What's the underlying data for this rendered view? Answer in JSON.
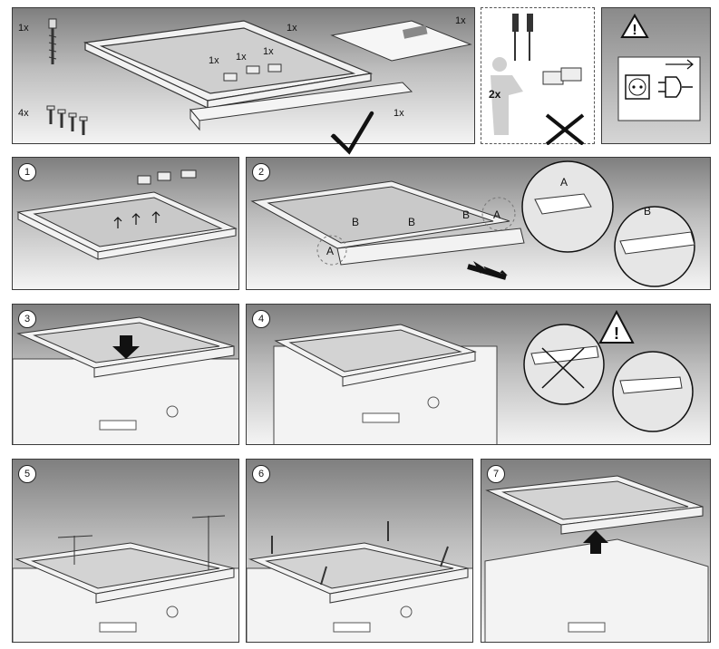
{
  "top": {
    "qty_screw": "1x",
    "qty_screws_small": "4x",
    "qty_frame": "1x",
    "qty_clip_a": "1x",
    "qty_clip_b": "1x",
    "qty_clip_c": "1x",
    "qty_manual": "1x",
    "qty_front_bar": "1x",
    "qty_persons": "2x"
  },
  "steps": [
    {
      "number": "1"
    },
    {
      "number": "2",
      "callout_a": "A",
      "callout_b": "B",
      "marker_b1": "B",
      "marker_b2": "B",
      "marker_b3": "B",
      "marker_a1": "A",
      "marker_a2": "A"
    },
    {
      "number": "3"
    },
    {
      "number": "4"
    },
    {
      "number": "5"
    },
    {
      "number": "6"
    },
    {
      "number": "7"
    }
  ],
  "icons": {
    "check": "check-icon",
    "cross": "cross-icon",
    "warning": "warning-icon",
    "socket": "power-socket-icon"
  }
}
